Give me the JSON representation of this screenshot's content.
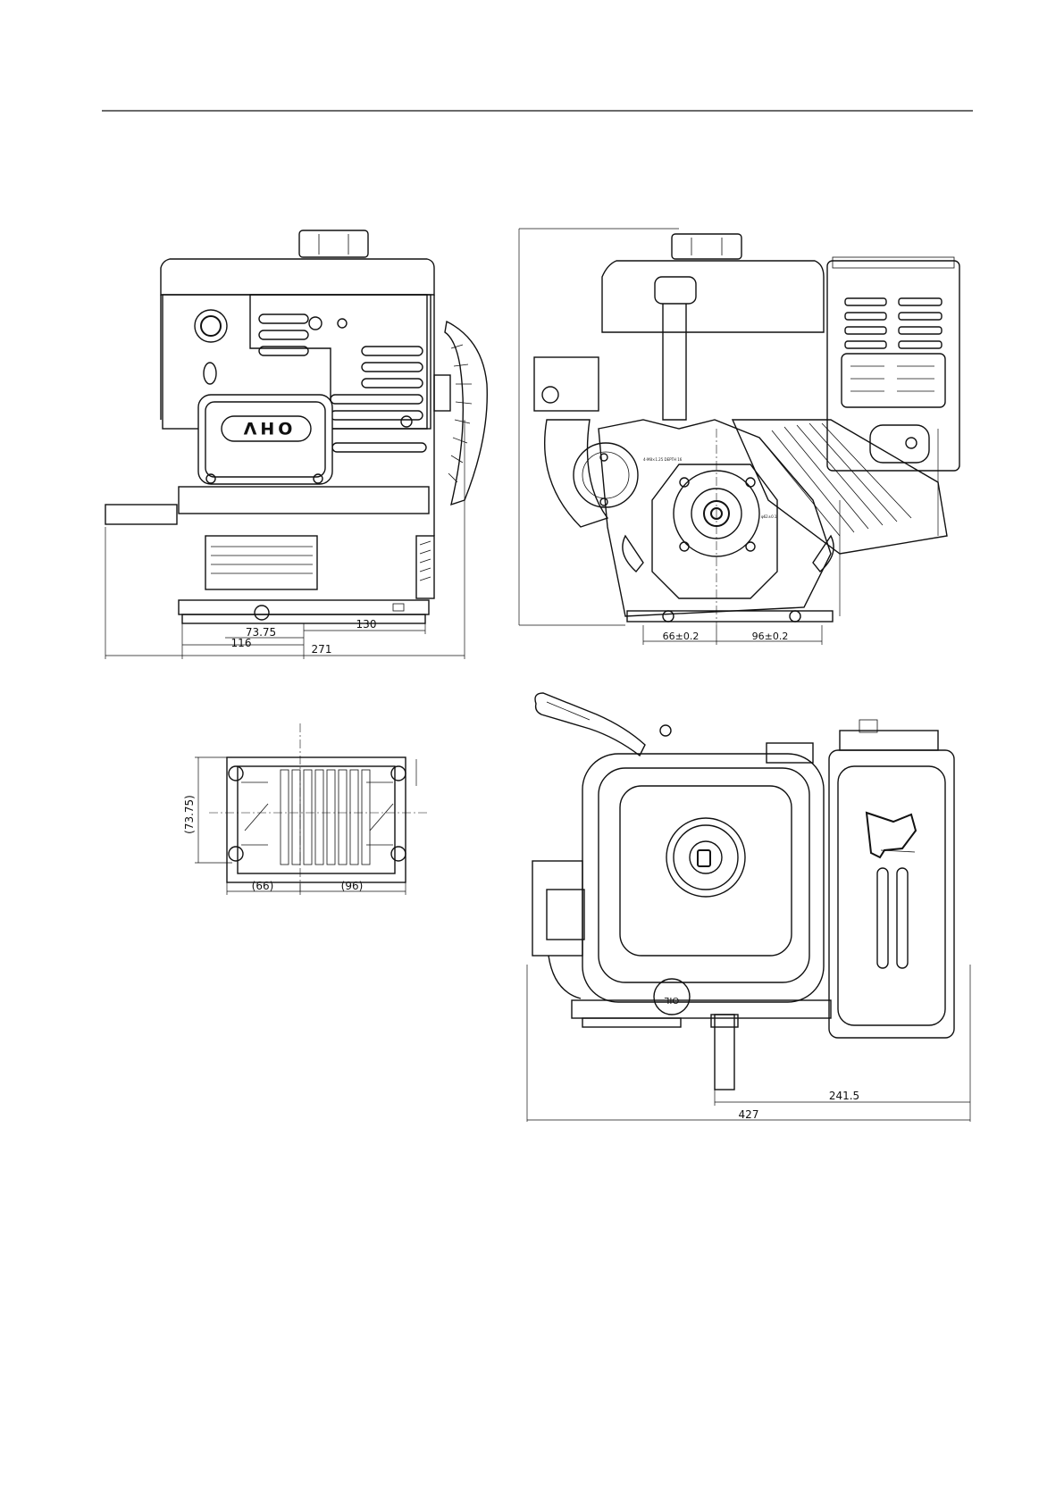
{
  "views": {
    "side": {
      "logo": "OHV",
      "dimensions": {
        "d_130": "130",
        "d_73_75": "73.75",
        "d_116": "116",
        "d_271": "271"
      }
    },
    "front": {
      "dimensions": {
        "d_66": "66±0.2",
        "d_96": "96±0.2"
      }
    },
    "base": {
      "dimensions": {
        "d_73_75": "(73.75)",
        "d_66": "(66)",
        "d_96": "(96)"
      }
    },
    "top": {
      "labels": {
        "oil": "OIL"
      },
      "dimensions": {
        "d_241_5": "241.5",
        "d_427": "427"
      }
    }
  },
  "colors": {
    "line": "#111111",
    "background": "#ffffff"
  }
}
